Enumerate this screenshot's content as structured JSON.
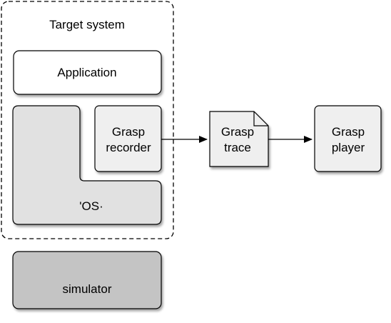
{
  "diagram": {
    "target_system": {
      "label": "Target system"
    },
    "application": {
      "label": "Application"
    },
    "os": {
      "label": "'OS·"
    },
    "grasp_recorder": {
      "line1": "Grasp",
      "line2": "recorder"
    },
    "grasp_trace": {
      "line1": "Grasp",
      "line2": "trace"
    },
    "grasp_player": {
      "line1": "Grasp",
      "line2": "player"
    },
    "simulator": {
      "label": "simulator"
    }
  },
  "colors": {
    "box_fill": "#ffffff",
    "light_gray": "#efefef",
    "os_gray": "#e1e1e1",
    "simulator_gray": "#c4c4c4",
    "stroke": "#000000"
  }
}
